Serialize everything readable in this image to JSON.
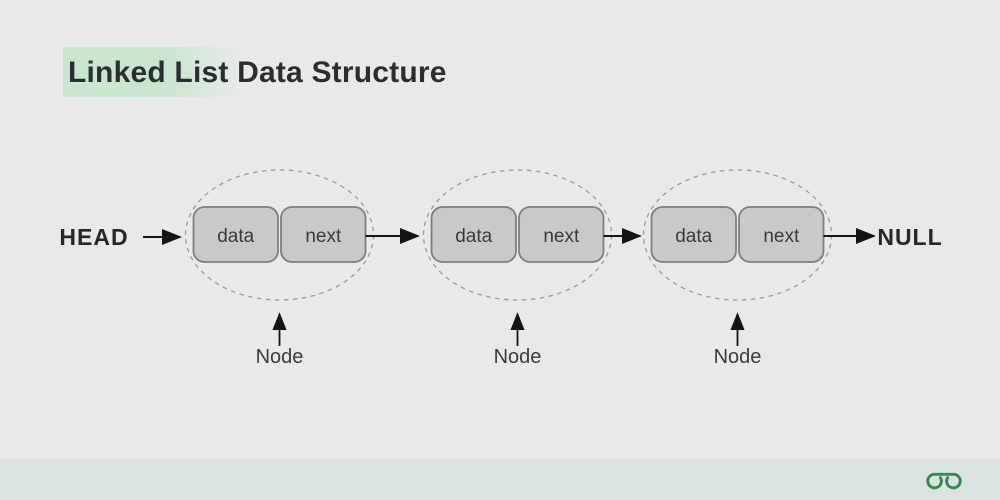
{
  "title": {
    "text": "Linked List Data Structure"
  },
  "diagram": {
    "head_label": "HEAD",
    "null_label": "NULL",
    "node_caption": "Node",
    "nodes": [
      {
        "data_label": "data",
        "next_label": "next"
      },
      {
        "data_label": "data",
        "next_label": "next"
      },
      {
        "data_label": "data",
        "next_label": "next"
      }
    ]
  },
  "footer": {
    "logo": "geeksforgeeks-logo"
  },
  "colors": {
    "bg": "#e9e9e9",
    "highlight": "#c9e6d1",
    "box-fill": "#c9c9c9",
    "box-border": "#7e7e7e",
    "ellipse-border": "#9b9b9b",
    "arrow": "#141414",
    "title-color": "#2b2e31",
    "label-color": "#3b3b3b",
    "end-label-color": "#24282b",
    "footer-bar": "#dce4df",
    "logo-green": "#2f8d46"
  }
}
